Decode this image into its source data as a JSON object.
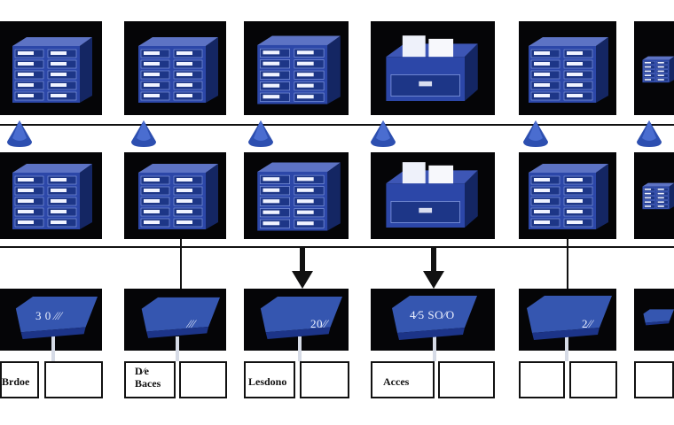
{
  "colors": {
    "cabinet_blue": "#2c47a8",
    "cabinet_dark": "#142663",
    "panel_bg": "#050507",
    "sign_blue": "#3556b0"
  },
  "rows": {
    "top_cabinets": [
      "drawer-cabinet",
      "drawer-cabinet",
      "drawer-cabinet",
      "open-file-box",
      "drawer-cabinet",
      "drawer-cabinet"
    ],
    "middle_cabinets": [
      "drawer-cabinet",
      "drawer-cabinet",
      "drawer-cabinet",
      "open-file-box",
      "drawer-cabinet",
      "drawer-cabinet"
    ]
  },
  "signs": [
    {
      "text": "3 0 ⁄⁄⁄"
    },
    {
      "text": "⁄⁄⁄"
    },
    {
      "text": "20⁄⁄"
    },
    {
      "text": "4⁄5 SO⁄O"
    },
    {
      "text": "2⁄⁄"
    },
    {
      "text": ""
    }
  ],
  "labels": [
    {
      "text": "Brdoe"
    },
    {
      "text": "D⁄e\nBaces"
    },
    {
      "text": "Lesdono"
    },
    {
      "text": "Acces"
    },
    {
      "text": ""
    },
    {
      "text": ""
    }
  ]
}
